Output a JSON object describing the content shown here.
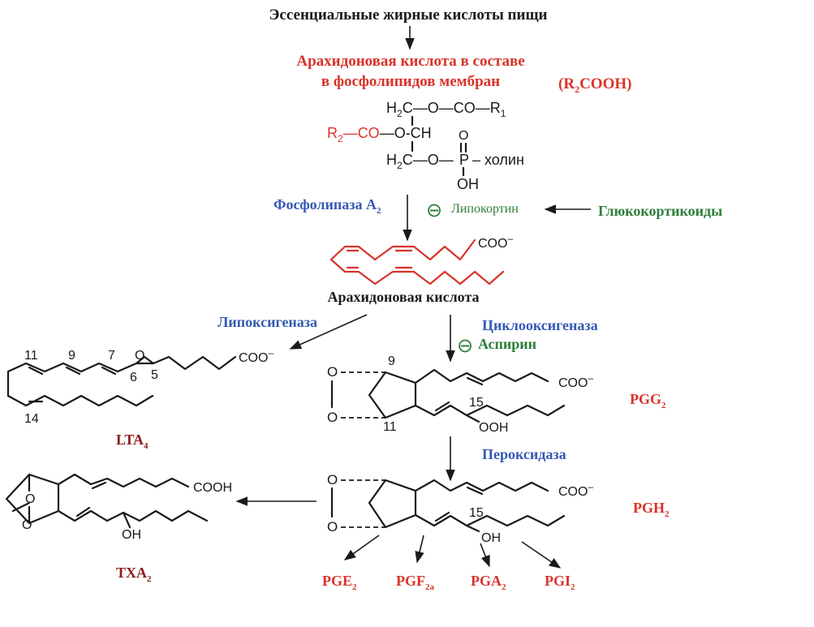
{
  "colors": {
    "black": "#1a1a1a",
    "red": "#d8332a",
    "blue": "#3559b3",
    "green": "#2e7d3a",
    "darkred": "#8b1c1c"
  },
  "title": "Эссенциальные жирные кислоты пищи",
  "membrane": {
    "line1": "Арахидоновая кислота в составе",
    "line2": "в фосфолипидов мембран",
    "formula_main": "(R",
    "formula_sub": "2",
    "formula_rest": "COOH)"
  },
  "phospholipid": {
    "row1_a": "H",
    "row1_b": "2",
    "row1_c": "C",
    "row1_d": "—O—CO—R",
    "row1_e": "1",
    "row2_r": "R",
    "row2_r_sub": "2",
    "row2_co": "—CO",
    "row2_och": "—O-CH",
    "row3_a": "H",
    "row3_b": "2",
    "row3_c": "C",
    "row3_o": "—O—",
    "p": "P",
    "o_top": "O",
    "choline": "– холин",
    "oh": "OH"
  },
  "phospholipase": {
    "label": "Фосфолипаза А",
    "sub": "2"
  },
  "lipocortin": {
    "sign": "⊖",
    "label": "Липокортин"
  },
  "glucocorticoids": "Глюкокортикоиды",
  "arachidonic": {
    "coo": "COO",
    "minus": "–",
    "label": "Арахидоновая кислота"
  },
  "lipoxygenase": "Липоксигеназа",
  "cyclooxygenase": "Циклооксигеназа",
  "aspirin": {
    "sign": "⊖",
    "label": "Аспирин"
  },
  "lta4": {
    "n11": "11",
    "n9": "9",
    "n7": "7",
    "o": "O",
    "n6": "6",
    "n5": "5",
    "n14": "14",
    "coo": "COO",
    "minus": "–",
    "label": "LTA",
    "sub": "4"
  },
  "pgg2": {
    "n9": "9",
    "n11": "11",
    "n15": "15",
    "o1": "O",
    "o2": "O",
    "ooh": "OOH",
    "coo": "COO",
    "minus": "–",
    "label": "PGG",
    "sub": "2"
  },
  "peroxidase": "Пероксидаза",
  "pgh2": {
    "n15": "15",
    "o1": "O",
    "o2": "O",
    "oh": "OH",
    "coo": "COO",
    "minus": "–",
    "label": "PGH",
    "sub": "2"
  },
  "txa2": {
    "o1": "O",
    "o2": "O",
    "oh": "OH",
    "cooh": "COOH",
    "label": "TXA",
    "sub": "2"
  },
  "products": [
    {
      "label": "PGE",
      "sub": "2"
    },
    {
      "label": "PGF",
      "sub": "2a"
    },
    {
      "label": "PGA",
      "sub": "2"
    },
    {
      "label": "PGI",
      "sub": "2"
    }
  ]
}
